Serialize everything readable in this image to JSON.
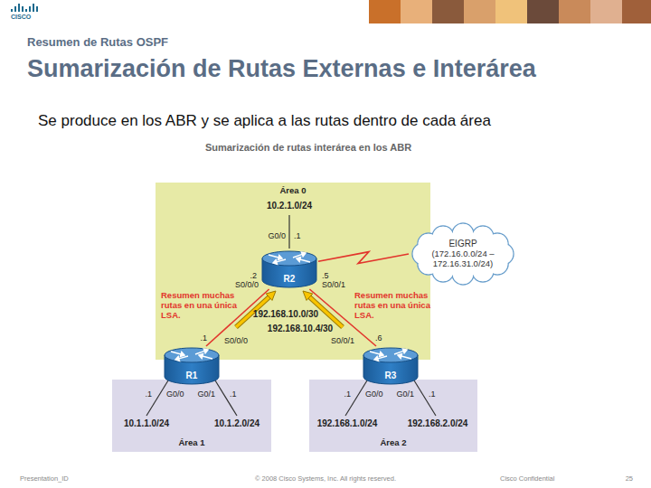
{
  "diagram": {
    "title": "Sumarización de Rutas Externas e Interárea",
    "nodes": [
      {
        "text": [
          "Área 0"
        ]
      },
      {
        "text": [
          "R2"
        ],
        "in": 0
      },
      {
        "text": [
          "EIGRP",
          "(172.16.0.0/24 – 172.16.31.0/24)"
        ]
      },
      {
        "text": [
          "R1"
        ]
      },
      {
        "text": [
          "R3"
        ]
      },
      {
        "text": [
          "Área 1"
        ]
      },
      {
        "text": [
          "Área 2"
        ]
      }
    ],
    "edges": [
      {
        "from": 1,
        "to": 3,
        "label": "192.168.10.0/30",
        "arrow": "none"
      },
      {
        "from": 1,
        "to": 4,
        "label": "192.168.10.4/30",
        "arrow": "none"
      },
      {
        "from": 1,
        "to": 2,
        "arrow": "none"
      }
    ],
    "labels": [
      "CISCO",
      "Resumen de Rutas OSPF",
      "Se produce en los ABR y se aplica a las rutas dentro de cada área",
      "Sumarización de rutas interárea en los ABR",
      "10.2.1.0/24",
      "G0/0",
      ".1",
      ".2",
      "S0/0/0",
      ".5",
      "S0/0/1",
      "Resumen muchas rutas en una única LSA.",
      "Resumen muchas rutas en una única LSA.",
      ".1",
      "S0/0/0",
      ".6",
      "S0/0/1",
      ".1",
      "G0/0",
      "G0/1",
      ".1",
      ".1",
      "G0/0",
      "G0/1",
      ".1",
      "10.1.1.0/24",
      "10.1.2.0/24",
      "192.168.1.0/24",
      "192.168.2.0/24",
      "Presentation_ID",
      "© 2008 Cisco Systems, Inc. All rights reserved.",
      "Cisco Confidential",
      "25"
    ]
  }
}
